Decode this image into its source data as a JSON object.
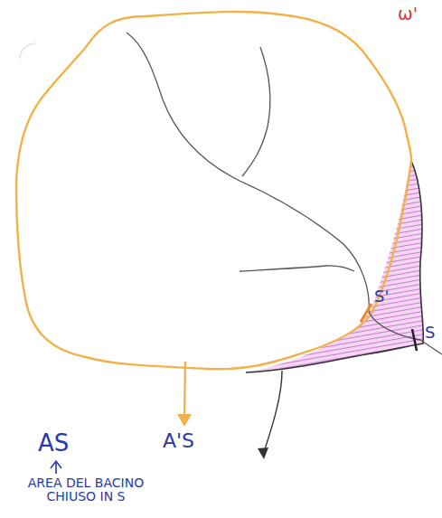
{
  "diagram": {
    "labels": [
      "ω'",
      "S'",
      "S",
      "AS",
      "A'S",
      "AREA DEL BACINO CHIUSO IN S"
    ]
  }
}
